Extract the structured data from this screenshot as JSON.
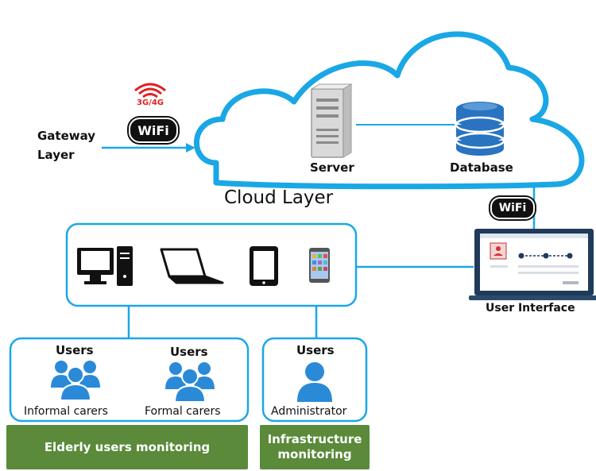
{
  "gateway": {
    "label_line1": "Gateway",
    "label_line2": "Layer",
    "network_badge": "3G/4G",
    "wifi_badge": "WiFi"
  },
  "cloud": {
    "title": "Cloud Layer",
    "server_label": "Server",
    "database_label": "Database"
  },
  "user_interface": {
    "label": "User Interface",
    "wifi_badge": "WiFi"
  },
  "groups": {
    "elderly": {
      "informal": {
        "title": "Users",
        "caption": "Informal carers"
      },
      "formal": {
        "title": "Users",
        "caption": "Formal carers"
      },
      "button_label": "Elderly users monitoring"
    },
    "infrastructure": {
      "admin": {
        "title": "Users",
        "caption": "Administrator"
      },
      "button_line1": "Infrastructure",
      "button_line2": "monitoring"
    }
  },
  "colors": {
    "accent_blue": "#1aa7e6",
    "group_green": "#5a8a3a",
    "user_icon": "#2a8ad8",
    "network_red": "#e02020"
  }
}
